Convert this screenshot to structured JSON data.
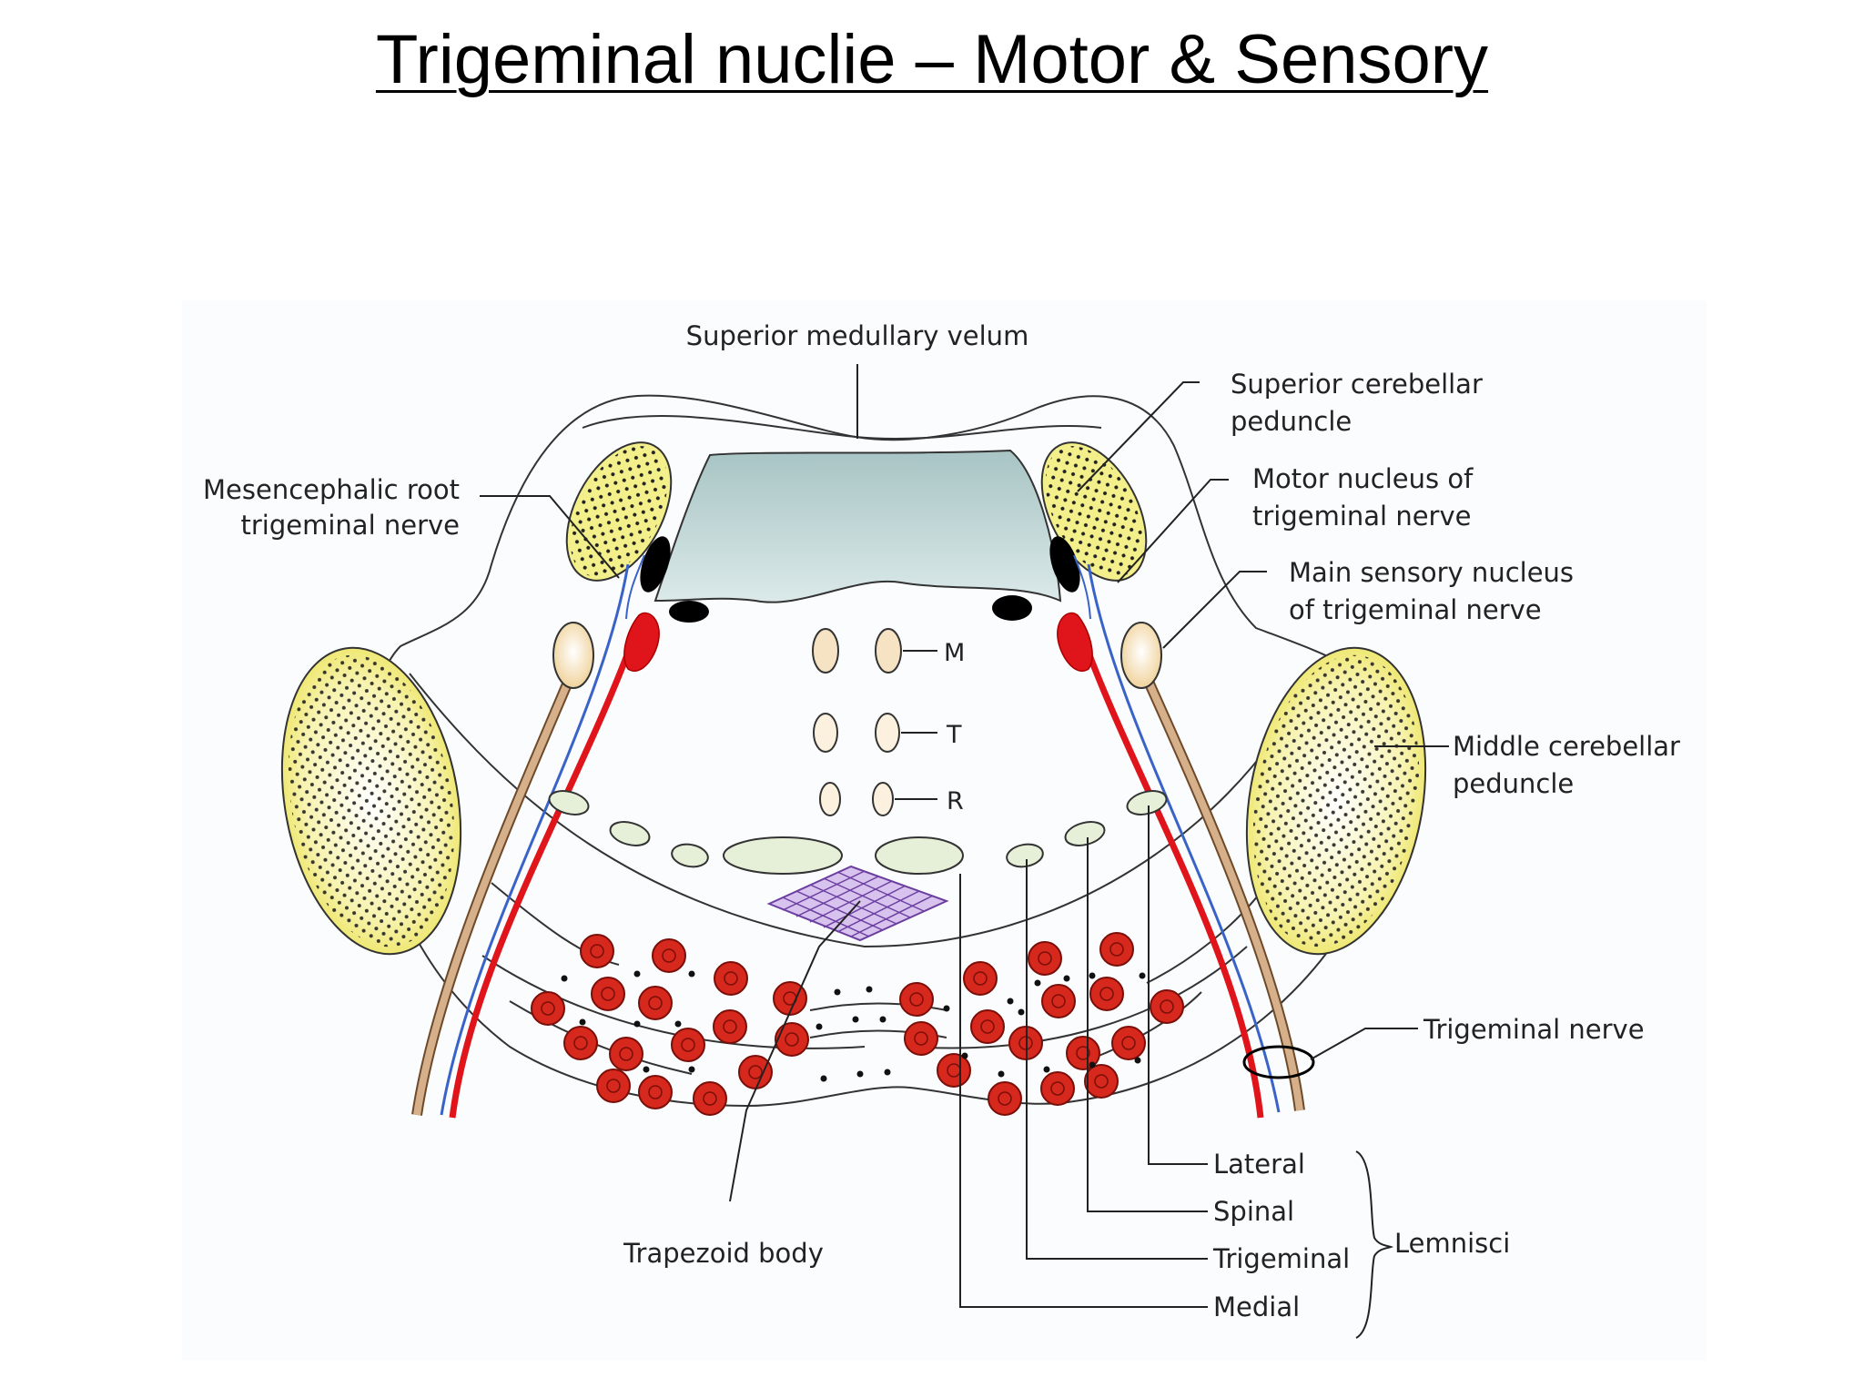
{
  "title": "Trigeminal nuclie – Motor & Sensory",
  "colors": {
    "peduncle_fill": "#f2ec6a",
    "red_nucleus": "#e0141b",
    "nerve_tan": "#c9a07a",
    "nerve_blue": "#3a63c8",
    "ventricle": "#b9d2d2",
    "lemniscus": "#e6f0d8",
    "trapezoid": "#b48ad8",
    "pontine_nuclei": "#d6281c"
  },
  "labels": {
    "superior_medullary_velum": "Superior medullary velum",
    "mesencephalic_root_line1": "Mesencephalic root",
    "mesencephalic_root_line2": "trigeminal nerve",
    "superior_cerebellar_line1": "Superior cerebellar",
    "superior_cerebellar_line2": "peduncle",
    "motor_nucleus_line1": "Motor nucleus of",
    "motor_nucleus_line2": "trigeminal nerve",
    "main_sensory_line1": "Main sensory nucleus",
    "main_sensory_line2": "of trigeminal nerve",
    "middle_cerebellar_line1": "Middle cerebellar",
    "middle_cerebellar_line2": "peduncle",
    "trigeminal_nerve": "Trigeminal nerve",
    "trapezoid_body": "Trapezoid body",
    "tract_m": "M",
    "tract_t": "T",
    "tract_r": "R",
    "lemniscus_lateral": "Lateral",
    "lemniscus_spinal": "Spinal",
    "lemniscus_trigeminal": "Trigeminal",
    "lemniscus_medial": "Medial",
    "lemnisci": "Lemnisci"
  }
}
